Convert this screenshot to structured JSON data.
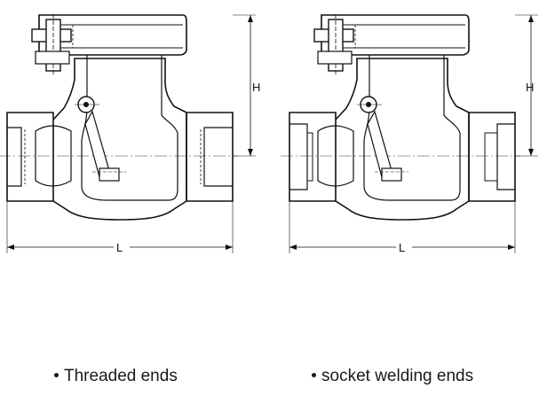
{
  "drawings": [
    {
      "id": "threaded",
      "dimension_labels": {
        "height": "H",
        "length": "L"
      },
      "caption": "Threaded ends"
    },
    {
      "id": "socket",
      "dimension_labels": {
        "height": "H",
        "length": "L"
      },
      "caption": "socket welding ends"
    }
  ]
}
